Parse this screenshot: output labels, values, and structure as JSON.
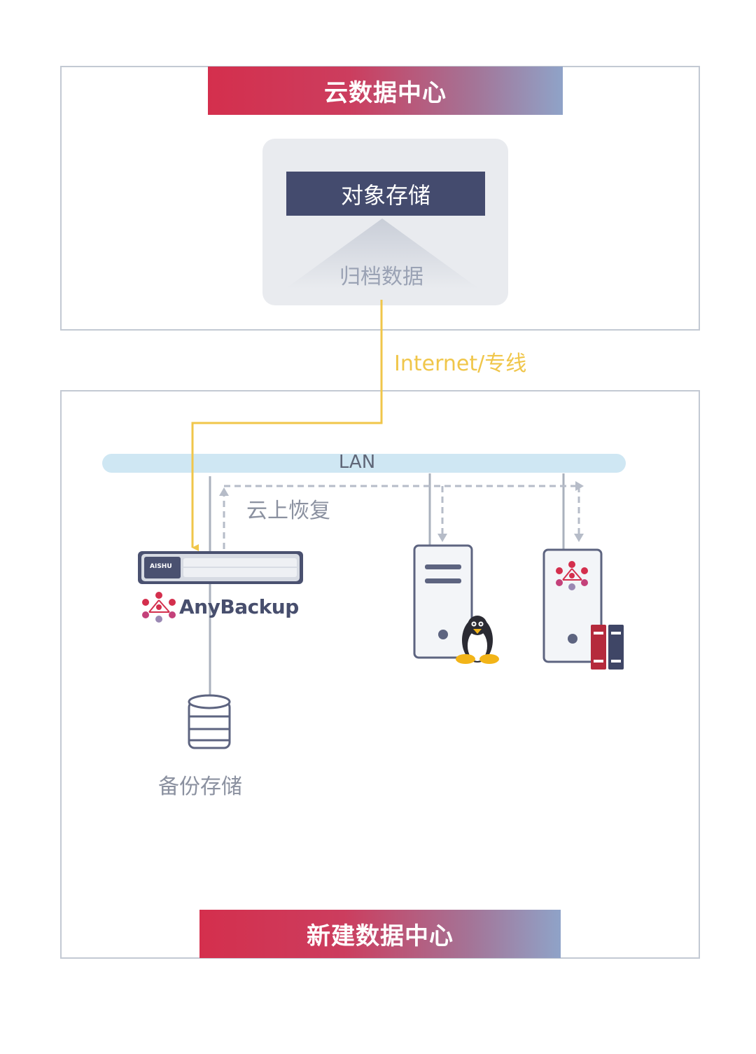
{
  "cloud_dc": {
    "title": "云数据中心"
  },
  "object_storage": {
    "label": "对象存储"
  },
  "archive": {
    "label": "归档数据"
  },
  "link": {
    "label": "Internet/专线"
  },
  "lan": {
    "label": "LAN"
  },
  "cloud_restore": {
    "label": "云上恢复"
  },
  "appliance": {
    "brand": "AISHU",
    "product": "AnyBackup"
  },
  "backup_storage": {
    "label": "备份存储"
  },
  "new_dc": {
    "title": "新建数据中心"
  },
  "colors": {
    "accent_red": "#d42f4d",
    "navy": "#444b6e",
    "link_yellow": "#f0c64a",
    "lan_blue": "#cfe7f3",
    "border_gray": "#c3c9d3"
  },
  "icons": [
    "linux-penguin-icon",
    "anybackup-logo-icon",
    "database-icon",
    "server-icon",
    "book-icon"
  ]
}
